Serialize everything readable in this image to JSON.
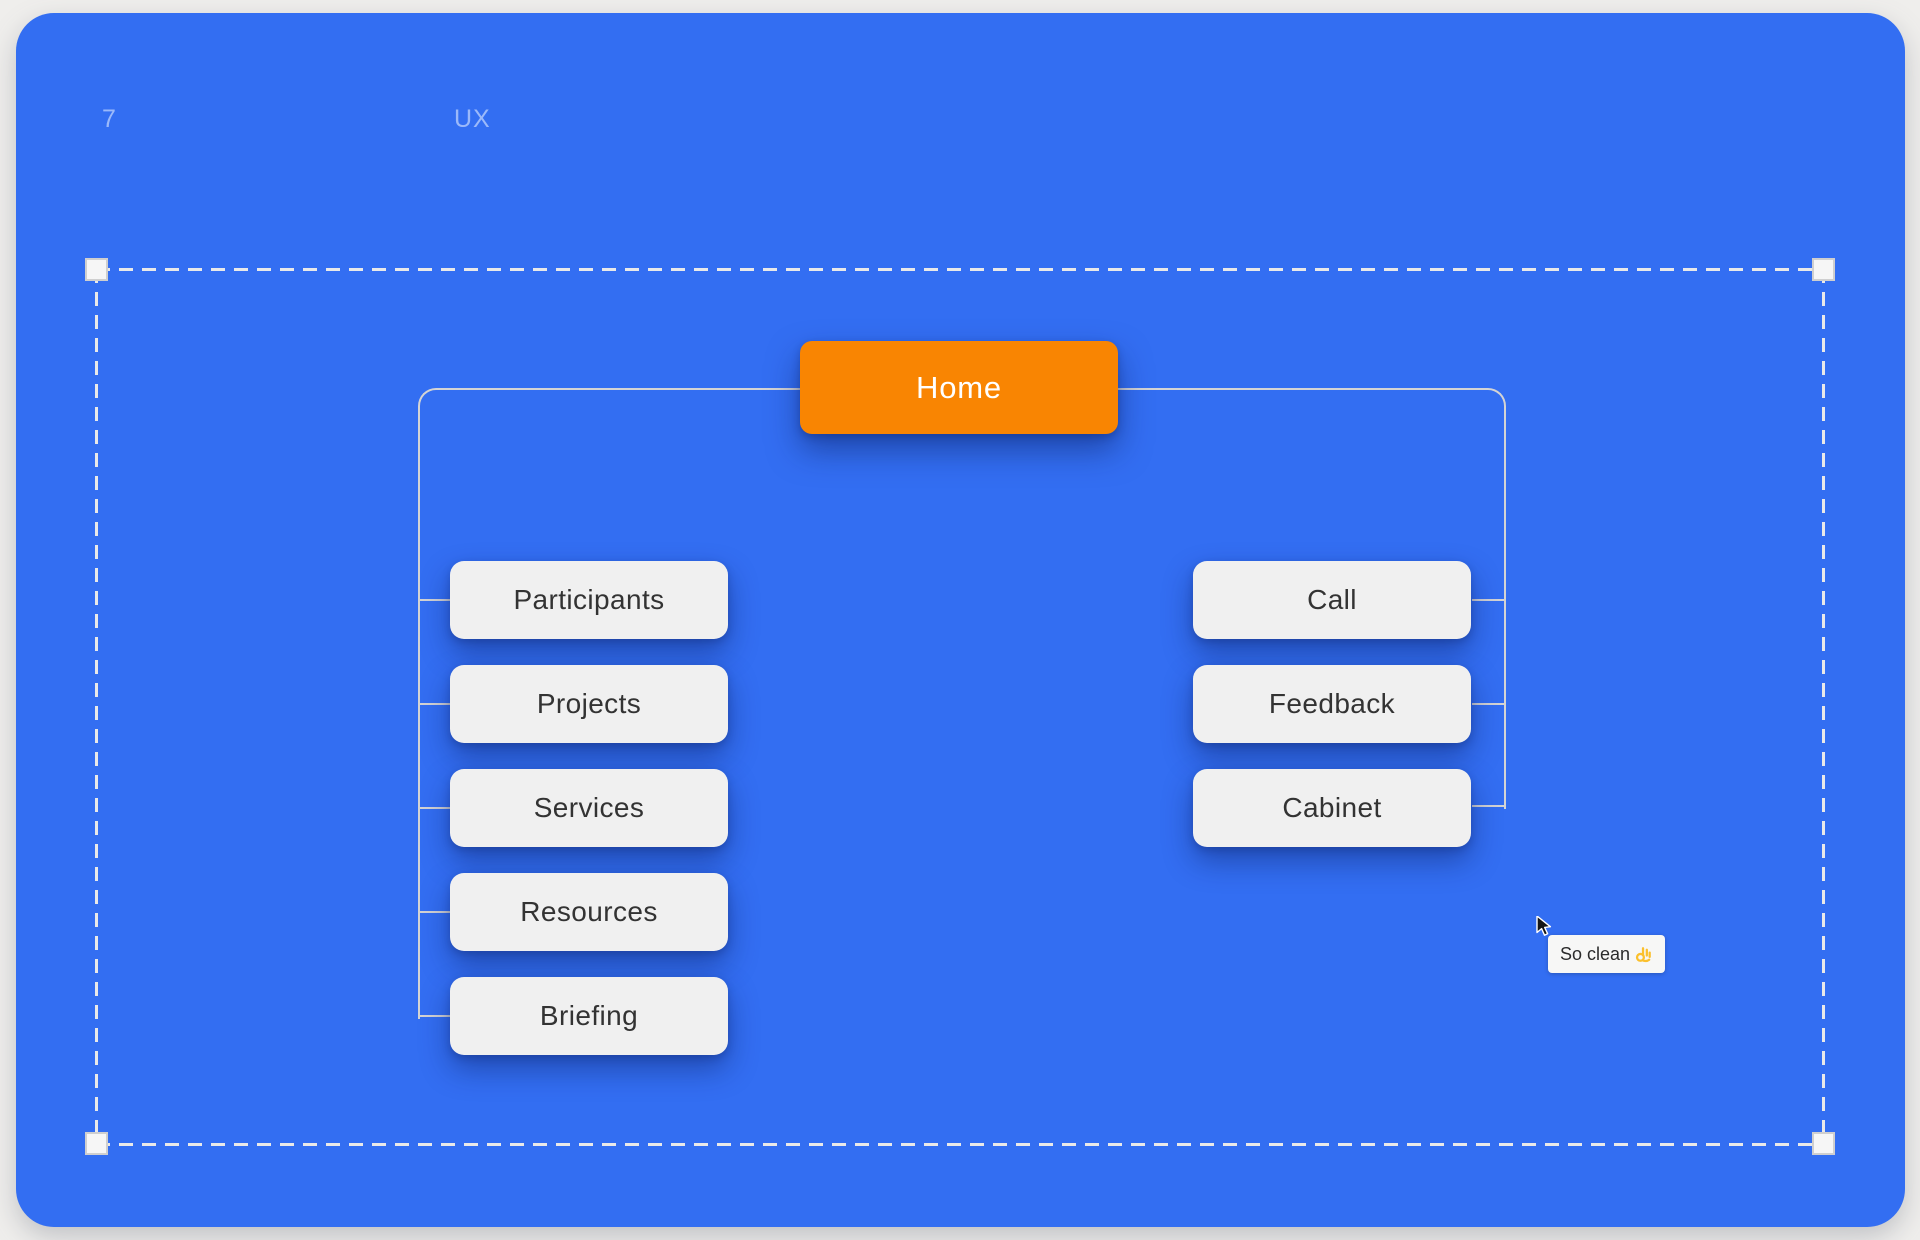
{
  "page": {
    "number": "7",
    "title": "UX",
    "canvas_color": "#336EF2",
    "background_color": "#EFEEEC"
  },
  "sitemap": {
    "root": {
      "label": "Home",
      "color": "#F98502"
    },
    "left_children": [
      {
        "label": "Participants"
      },
      {
        "label": "Projects"
      },
      {
        "label": "Services"
      },
      {
        "label": "Resources"
      },
      {
        "label": "Briefing"
      }
    ],
    "right_children": [
      {
        "label": "Call"
      },
      {
        "label": "Feedback"
      },
      {
        "label": "Cabinet"
      }
    ],
    "node_color": "#F0F0F0",
    "connector_color": "#D4D4D4"
  },
  "selection": {
    "style": "dashed",
    "handle_count": 4
  },
  "remote_cursor": {
    "label": "So clean",
    "emoji": "👌",
    "emoji_name": "ok-hand-emoji"
  }
}
